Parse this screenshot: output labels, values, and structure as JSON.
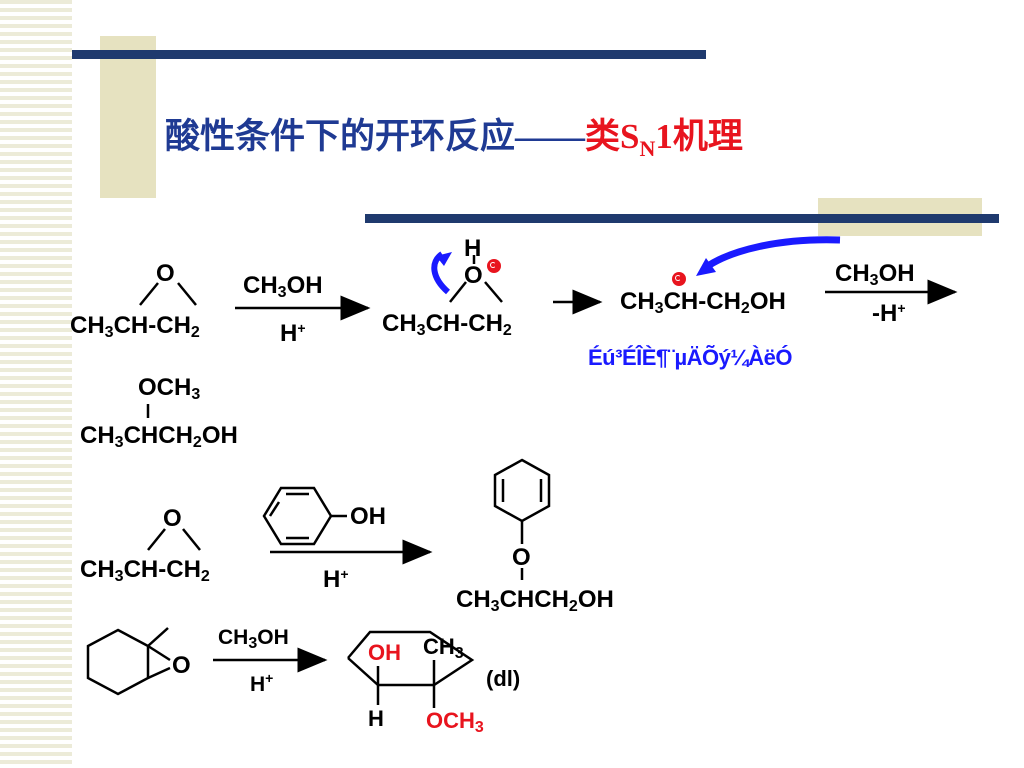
{
  "title": {
    "main": "酸性条件下的开环反应——",
    "red_prefix": "类S",
    "red_sub": "N",
    "red_suffix": "1机理"
  },
  "labels": {
    "O": "O",
    "H": "H",
    "OH": "OH",
    "dl": "(dl)",
    "garbled": "Éú³ÉÎÈ¶¨µÄÕý¼ÀëÓ"
  },
  "colors": {
    "title_blue": "#1f3a93",
    "accent_red": "#e8141e",
    "arrow_blue": "#1a1aff",
    "bar_navy": "#1f3a6e",
    "bar_khaki": "#e6e2c0"
  }
}
